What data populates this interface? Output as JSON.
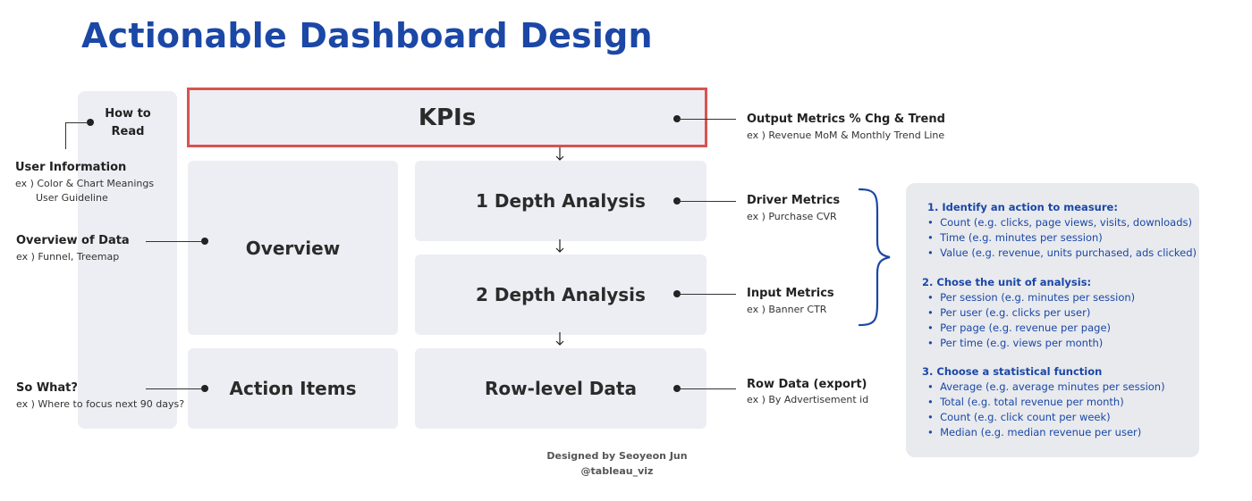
{
  "title": "Actionable Dashboard Design",
  "how_to_read": {
    "line1": "How to",
    "line2": "Read"
  },
  "boxes": {
    "kpis": "KPIs",
    "overview": "Overview",
    "depth1": "1 Depth Analysis",
    "depth2": "2 Depth Analysis",
    "action_items": "Action Items",
    "row_level": "Row-level Data"
  },
  "left_labels": {
    "user_info": {
      "title": "User Information",
      "ex1": "ex ) Color & Chart Meanings",
      "ex2": "User Guideline"
    },
    "overview": {
      "title": "Overview of Data",
      "ex": "ex ) Funnel, Treemap"
    },
    "so_what": {
      "title": "So What?",
      "ex": "ex ) Where to focus next 90 days?"
    }
  },
  "right_labels": {
    "output": {
      "title": "Output Metrics % Chg & Trend",
      "ex": "ex ) Revenue MoM & Monthly Trend Line"
    },
    "driver": {
      "title": "Driver Metrics",
      "ex": "ex ) Purchase CVR"
    },
    "input": {
      "title": "Input Metrics",
      "ex": "ex ) Banner CTR"
    },
    "row": {
      "title": "Row Data (export)",
      "ex": "ex ) By Advertisement id"
    }
  },
  "credit": {
    "line1": "Designed by Seoyeon Jun",
    "line2": "@tableau_viz"
  },
  "card": {
    "s1": {
      "head": "1.  Identify an action to measure:",
      "items": [
        "Count (e.g. clicks, page views, visits, downloads)",
        "Time (e.g. minutes per session)",
        "Value (e.g. revenue, units purchased, ads clicked)"
      ]
    },
    "s2": {
      "head": "2. Chose the unit of analysis:",
      "items": [
        "Per session (e.g. minutes per session)",
        "Per user (e.g. clicks per user)",
        "Per page (e.g. revenue per page)",
        "Per time (e.g. views per month)"
      ]
    },
    "s3": {
      "head": "3. Choose a statistical function",
      "items": [
        "Average (e.g. average minutes per session)",
        "Total (e.g. total revenue per month)",
        "Count (e.g. click count per week)",
        "Median (e.g. median revenue per user)"
      ]
    }
  },
  "colors": {
    "title": "#1b47a6",
    "kpi_border": "#d9534f",
    "box_bg": "#eceef3",
    "card_text": "#1b47a6"
  },
  "icons": {
    "arrow": "arrow-down-icon",
    "brace": "curly-brace-icon",
    "bullet": "bullet-icon"
  }
}
